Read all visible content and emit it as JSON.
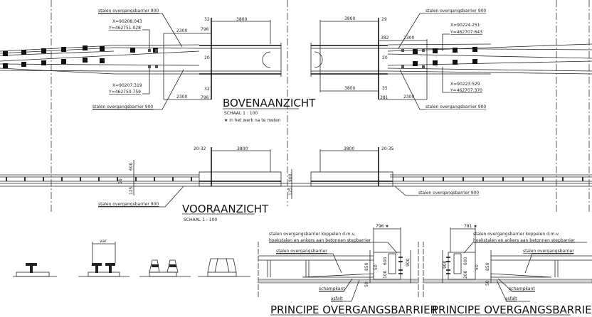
{
  "plan_view": {
    "title": "BOVENAANZICHT",
    "scale": "SCHAAL 1 : 100",
    "note": "★ in het werk na te meten",
    "barrier_label": "stalen overgangsbarrier 900",
    "left": {
      "coord_top_x": "X=90208.043",
      "coord_top_y": "Y=462751.028",
      "coord_bot_x": "X=90207.319",
      "coord_bot_y": "Y=462750.759",
      "dim_top_gap": "32",
      "dim_length": "3800",
      "dim_top_offset": "796",
      "dim_top_2300": "2300",
      "dim_mid": "20",
      "dim_bot_gap": "32",
      "dim_bot_offset": "796",
      "dim_bot_2300": "2300"
    },
    "right": {
      "coord_top_x": "X=90224.251",
      "coord_top_y": "Y=462707.643",
      "coord_bot_x": "X=90223.529",
      "coord_bot_y": "Y=462707.370",
      "dim_length_top": "3800",
      "dim_top_gap": "29",
      "dim_top_offset": "382",
      "dim_top_2300": "2300",
      "dim_mid": "20",
      "dim_length_bot": "3800",
      "dim_bot_gap": "35",
      "dim_bot_offset": "381",
      "dim_bot_2300": "2300"
    }
  },
  "front_view": {
    "title": "VOORAANZICHT",
    "scale": "SCHAAL 1 : 100",
    "barrier_label": "stalen overgangsbarrier 900",
    "left_gap": "20-32",
    "left_length": "3800",
    "dim_600": "600",
    "dim_50": "50",
    "dim_125": "125",
    "dim_900": "900",
    "dim_125b": "125",
    "right_length": "3800",
    "right_gap": "20-35"
  },
  "sections": {
    "var_label": "var."
  },
  "principle_left": {
    "title": "PRINCIPE OVERGANGSBARRIER",
    "dim_top": "796 ★",
    "note_line1": "stalen overgangsbarrier koppelen d.m.v.",
    "note_line2": "hoekstalen en ankers aan betonnen stepbarrier",
    "barrier_label": "stalen overgangsbarrier",
    "schampkant": "schampkant",
    "asfalt": "asfalt",
    "dims": [
      "850",
      "50",
      "600",
      "900",
      "100",
      "50"
    ]
  },
  "principle_right": {
    "title": "PRINCIPE OVERGANGSBARRIER",
    "dim_top": "781 ★",
    "note_line1": "stalen overgangsbarrier koppelen d.m.v.",
    "note_line2": "hoekstalen en ankers aan betonnen stepbarrier",
    "barrier_label": "stalen overgangsbarrier",
    "schampkant": "schampkant",
    "asfalt": "asfalt",
    "dims": [
      "900",
      "600",
      "200",
      "850",
      "50",
      "50"
    ]
  }
}
